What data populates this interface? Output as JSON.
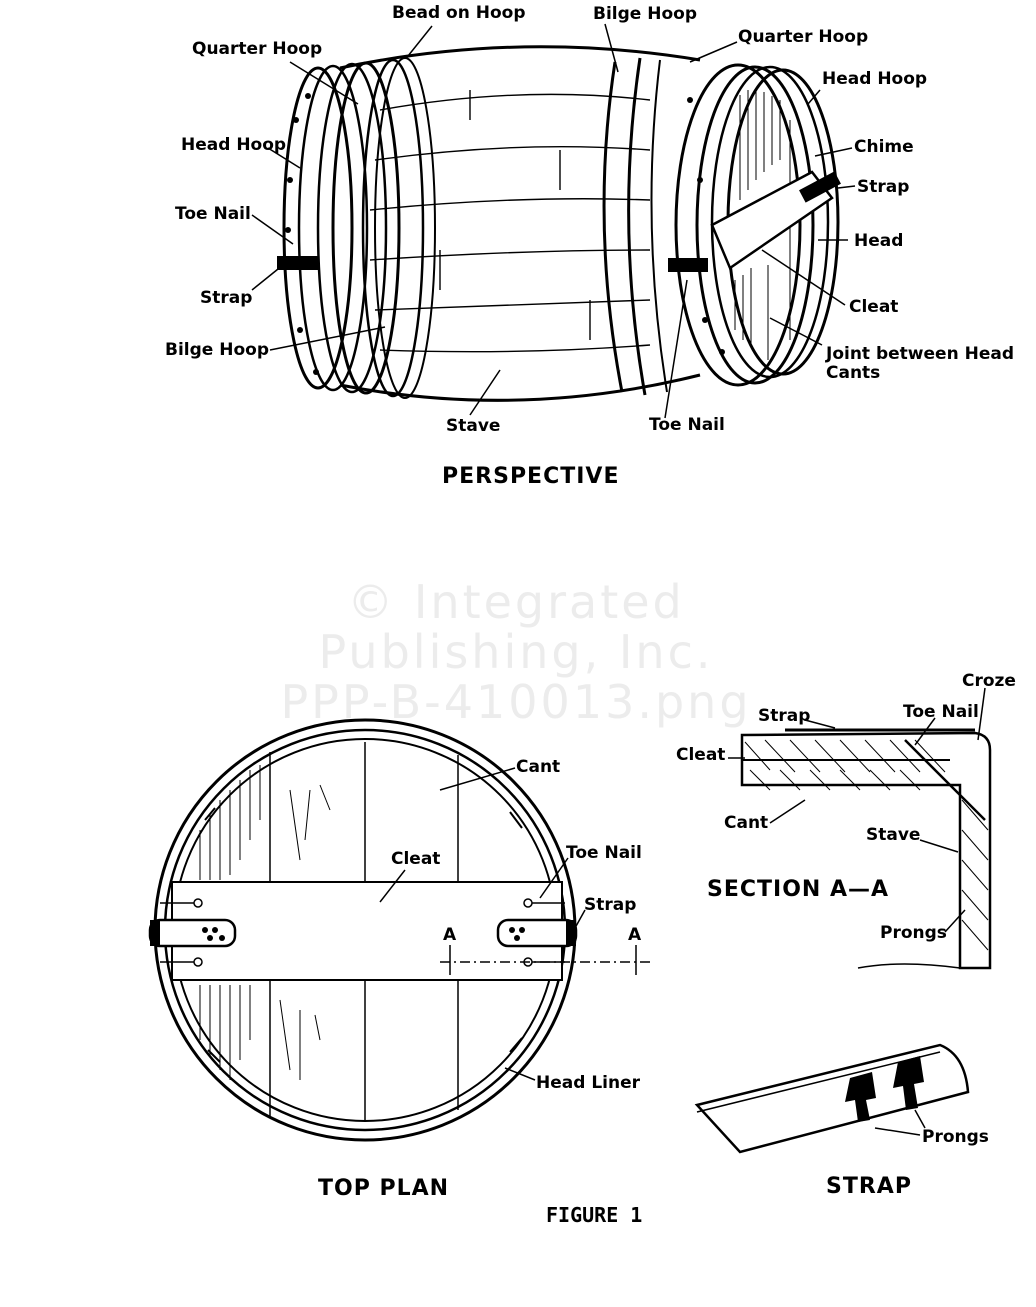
{
  "perspective": {
    "caption": "PERSPECTIVE",
    "labels": {
      "bead_on_hoop": "Bead on Hoop",
      "bilge_hoop_top": "Bilge Hoop",
      "quarter_hoop_left": "Quarter Hoop",
      "quarter_hoop_right": "Quarter Hoop",
      "head_hoop_left": "Head Hoop",
      "head_hoop_right": "Head Hoop",
      "chime": "Chime",
      "strap_right": "Strap",
      "head": "Head",
      "cleat": "Cleat",
      "joint_line1": "Joint between Head",
      "joint_line2": "Cants",
      "toe_nail_left": "Toe Nail",
      "strap_left": "Strap",
      "bilge_hoop_left": "Bilge Hoop",
      "stave": "Stave",
      "toe_nail_bottom": "Toe Nail"
    }
  },
  "top_plan": {
    "caption": "TOP PLAN",
    "labels": {
      "cant": "Cant",
      "cleat": "Cleat",
      "toe_nail": "Toe Nail",
      "strap": "Strap",
      "section_a_left": "A",
      "section_a_right": "A",
      "head_liner": "Head Liner"
    }
  },
  "section": {
    "caption": "SECTION  A—A",
    "labels": {
      "croze": "Croze",
      "strap": "Strap",
      "toe_nail": "Toe Nail",
      "cleat": "Cleat",
      "cant": "Cant",
      "stave": "Stave",
      "prongs": "Prongs"
    }
  },
  "strap_detail": {
    "caption": "STRAP",
    "labels": {
      "prongs": "Prongs"
    }
  },
  "figure_caption": "FIGURE 1",
  "watermark": [
    "© Integrated",
    "Publishing, Inc.",
    "PPP-B-410013.png"
  ]
}
